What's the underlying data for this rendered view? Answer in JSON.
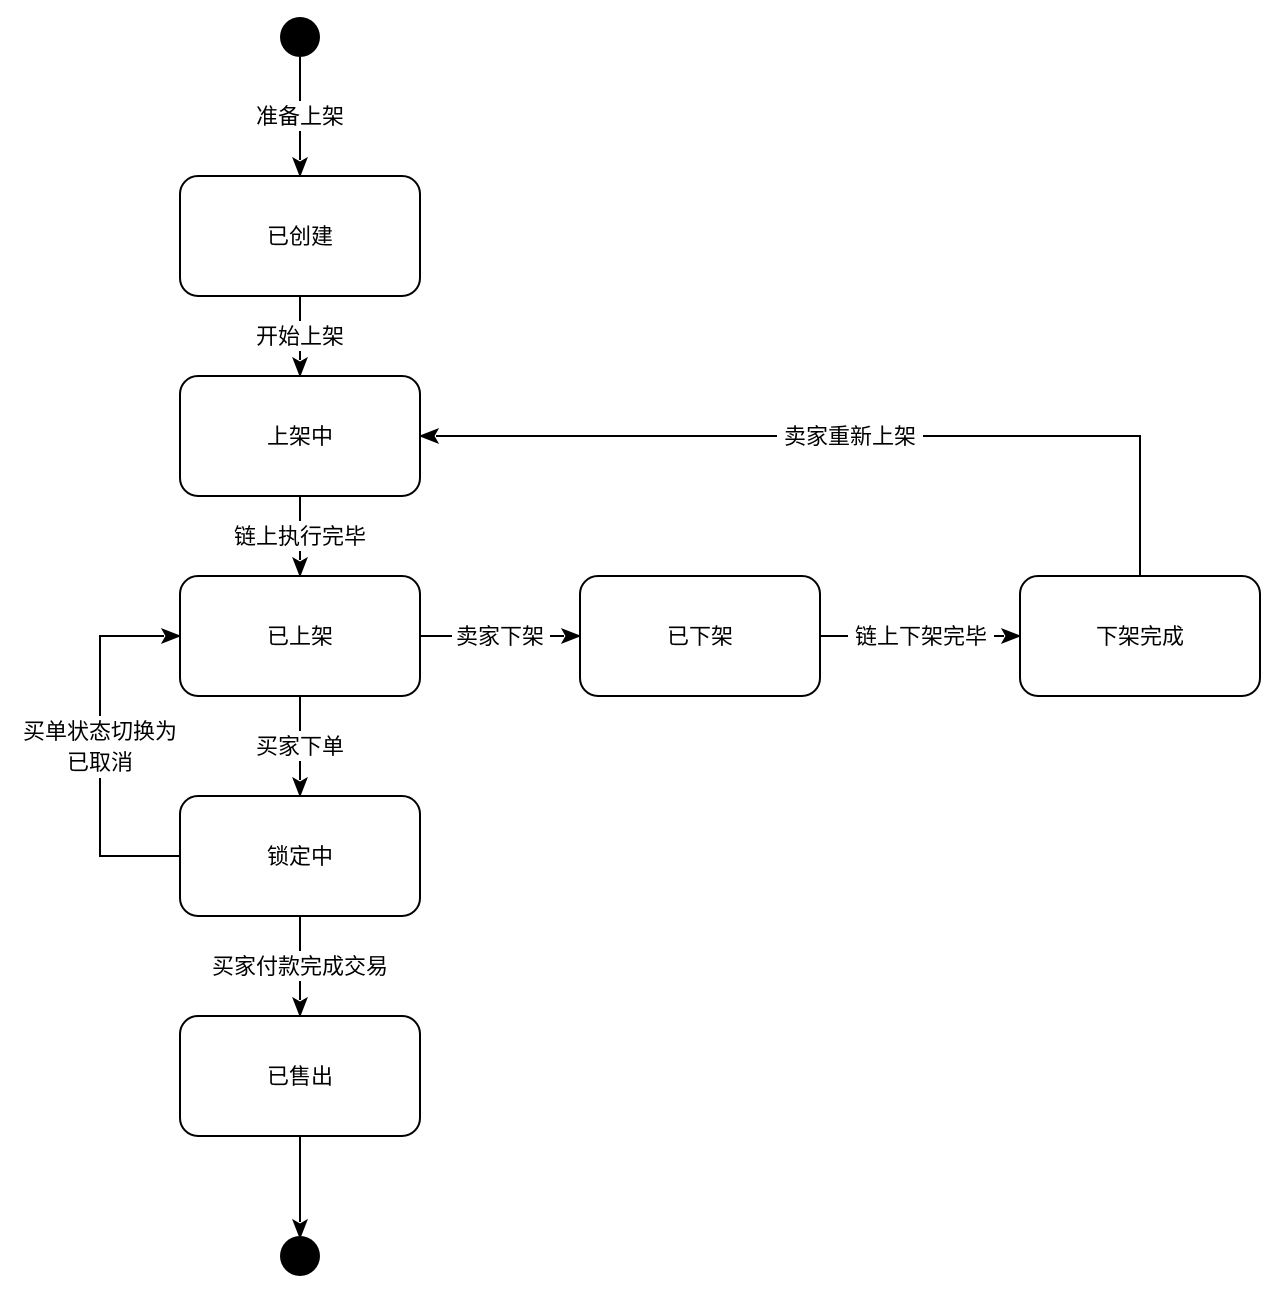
{
  "states": {
    "created": "已创建",
    "listing": "上架中",
    "listed": "已上架",
    "delisted": "已下架",
    "delist_done": "下架完成",
    "locked": "锁定中",
    "sold": "已售出"
  },
  "transitions": {
    "prepare_listing": "准备上架",
    "start_listing": "开始上架",
    "chain_exec_done": "链上执行完毕",
    "seller_delist": "卖家下架",
    "chain_delist_done": "链上下架完毕",
    "seller_relist": "卖家重新上架",
    "buyer_order": "买家下单",
    "order_cancelled_line1": "买单状态切换为",
    "order_cancelled_line2": "已取消",
    "buyer_pay_complete": "买家付款完成交易"
  }
}
